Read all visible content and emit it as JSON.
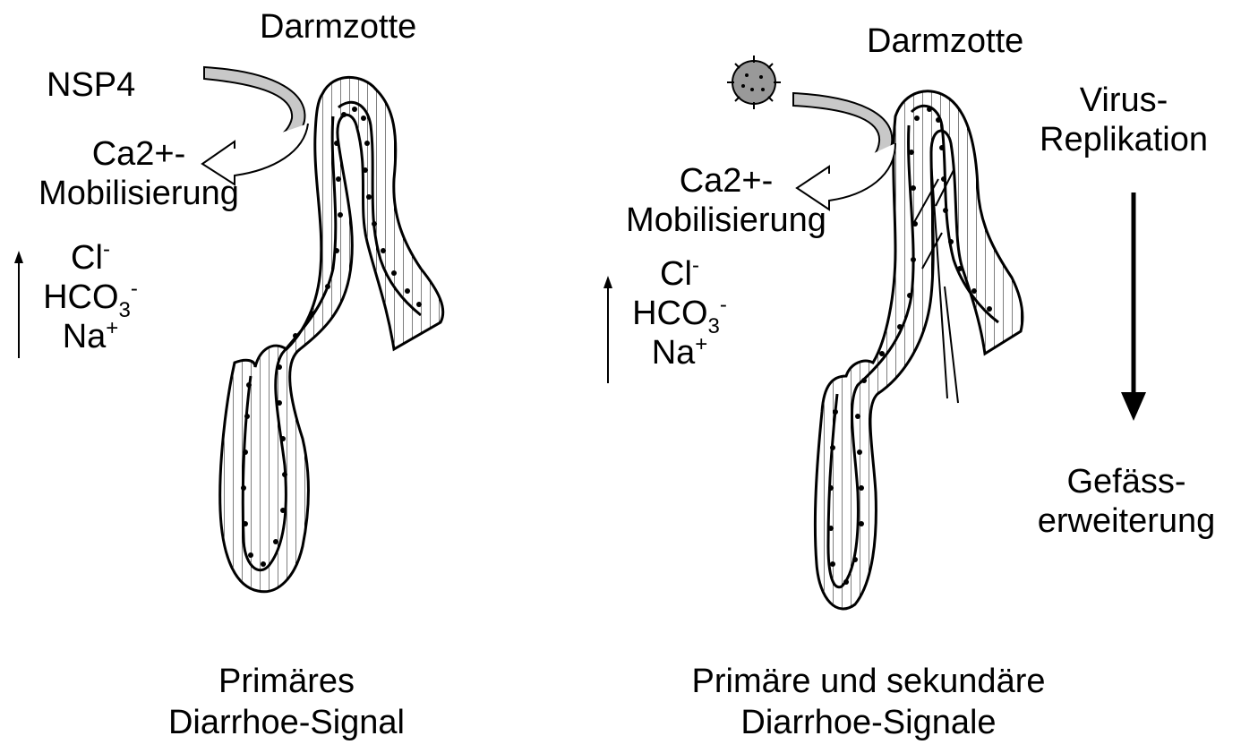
{
  "left": {
    "title": "Darmzotte",
    "trigger": "NSP4",
    "ca_line1": "Ca2+-",
    "ca_line2": "Mobilisierung",
    "ion_cl": "Cl",
    "ion_cl_sup": "-",
    "ion_hco_base": "HCO",
    "ion_hco_sub": "3",
    "ion_hco_sup": "-",
    "ion_na_base": "Na",
    "ion_na_sup": "+",
    "caption_line1": "Primäres",
    "caption_line2": "Diarrhoe-Signal"
  },
  "right": {
    "title": "Darmzotte",
    "trigger_icon": "virus-icon",
    "ca_line1": "Ca2+-",
    "ca_line2": "Mobilisierung",
    "ion_cl": "Cl",
    "ion_cl_sup": "-",
    "ion_hco_base": "HCO",
    "ion_hco_sub": "3",
    "ion_hco_sup": "-",
    "ion_na_base": "Na",
    "ion_na_sup": "+",
    "virus_line1": "Virus-",
    "virus_line2": "Replikation",
    "vessel_line1": "Gefäss-",
    "vessel_line2": "erweiterung",
    "caption_line1": "Primäre und sekundäre",
    "caption_line2": "Diarrhoe-Signale"
  }
}
